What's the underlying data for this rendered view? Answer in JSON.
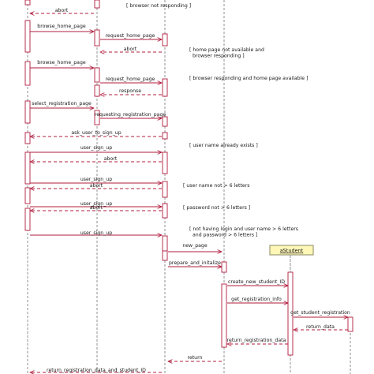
{
  "colors": {
    "lifeline": "#909090",
    "activation_stroke": "#b01c3c",
    "activation_fill": "#ffffff",
    "arrow": "#b01c3c",
    "object_fill": "#fff7b8",
    "object_stroke": "#8a8a60",
    "text": "#1a1a1a"
  },
  "objects": [
    {
      "id": "aStudent",
      "label": "aStudent"
    }
  ],
  "messages": [
    {
      "id": "m01",
      "label": "abort",
      "dashed": true
    },
    {
      "id": "m02",
      "label": "browse_home_page",
      "dashed": false
    },
    {
      "id": "m03",
      "label": "request_home_page",
      "dashed": false
    },
    {
      "id": "m04",
      "label": "abort",
      "dashed": true
    },
    {
      "id": "m05",
      "label": "browse_home_page",
      "dashed": false
    },
    {
      "id": "m06",
      "label": "request_home_page",
      "dashed": false
    },
    {
      "id": "m07",
      "label": "response",
      "dashed": true
    },
    {
      "id": "m08",
      "label": "select_registration_page",
      "dashed": false
    },
    {
      "id": "m09",
      "label": "requesting_registration_page",
      "dashed": false
    },
    {
      "id": "m10",
      "label": "ask_user_to_sign_up",
      "dashed": true
    },
    {
      "id": "m11",
      "label": "user_sign_up",
      "dashed": false
    },
    {
      "id": "m12",
      "label": "abort",
      "dashed": true
    },
    {
      "id": "m13",
      "label": "user_sign_up",
      "dashed": false
    },
    {
      "id": "m14",
      "label": "abort",
      "dashed": true
    },
    {
      "id": "m15",
      "label": "user_sign_up",
      "dashed": false
    },
    {
      "id": "m16",
      "label": "abort",
      "dashed": true
    },
    {
      "id": "m17",
      "label": "user_sign_up",
      "dashed": false
    },
    {
      "id": "m18",
      "label": "new_page",
      "dashed": false
    },
    {
      "id": "m19",
      "label": "prepare_and_initalize",
      "dashed": false
    },
    {
      "id": "m20",
      "label": "create_new_student_ID",
      "dashed": false
    },
    {
      "id": "m21",
      "label": "get_registration_info",
      "dashed": false
    },
    {
      "id": "m22",
      "label": "get_student_registration",
      "dashed": false
    },
    {
      "id": "m23",
      "label": "return_data",
      "dashed": true
    },
    {
      "id": "m24",
      "label": "return_registration_data",
      "dashed": true
    },
    {
      "id": "m25",
      "label": "return",
      "dashed": true
    },
    {
      "id": "m26",
      "label": "return_registration_data_and_student_ID",
      "dashed": true
    }
  ],
  "guards": [
    {
      "id": "g1",
      "lines": [
        "[ browser not responding ]"
      ]
    },
    {
      "id": "g2",
      "lines": [
        "[ home page not available and",
        "browser responding ]"
      ]
    },
    {
      "id": "g3",
      "lines": [
        "[ browser responding and home page available ]"
      ]
    },
    {
      "id": "g4",
      "lines": [
        "[ user name already exists ]"
      ]
    },
    {
      "id": "g5",
      "lines": [
        "[ user name not     > 6 letters"
      ]
    },
    {
      "id": "g6",
      "lines": [
        "[ password not     > 6 letters ]"
      ]
    },
    {
      "id": "g7",
      "lines": [
        "[ not  having login  and user name > 6 letters",
        "and password > 6 letters ]"
      ]
    }
  ]
}
